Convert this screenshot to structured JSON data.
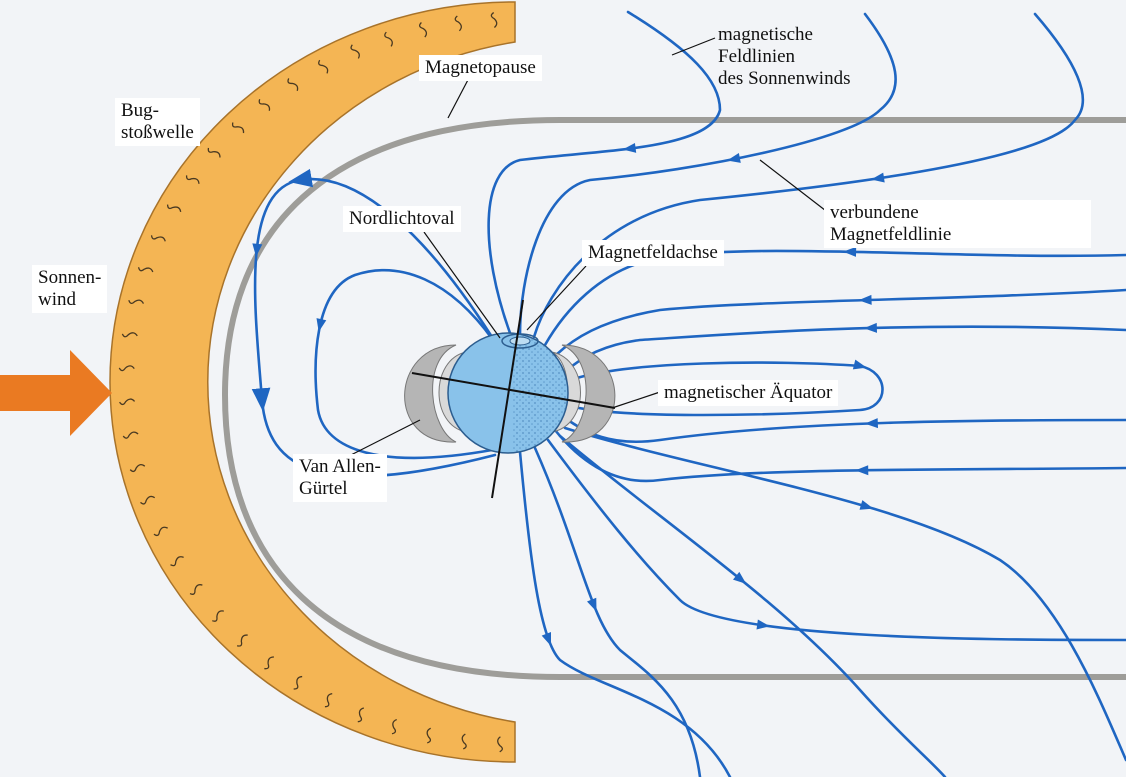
{
  "labels": {
    "solar_wind_field_lines": [
      "magnetische",
      "Feldlinien",
      "des Sonnenwinds"
    ],
    "magnetopause": "Magnetopause",
    "bow_shock": [
      "Bug-",
      "stoßwelle"
    ],
    "aurora_oval": "Nordlichtoval",
    "connected_field_line": [
      "verbundene",
      "Magnetfeldlinie"
    ],
    "magnetic_axis": "Magnetfeldachse",
    "solar_wind": [
      "Sonnen-",
      "wind"
    ],
    "magnetic_equator": "magnetischer Äquator",
    "van_allen_belt": [
      "Van Allen-",
      "Gürtel"
    ]
  },
  "colors": {
    "background": "#f2f4f7",
    "bow_shock_fill": "#f4b554",
    "bow_shock_edge": "#a8732a",
    "magnetopause": "#9e9d99",
    "field_line": "#1f66c2",
    "solar_wind_arrow": "#ea7a22",
    "earth": "#89c2ea",
    "earth_night": "#3f86c4",
    "van_allen": "#b5b5b5",
    "label_bg": "#ffffff",
    "text": "#111111"
  },
  "icons": {
    "solar_wind_arrow": "arrow-right-icon",
    "earth": "globe-icon"
  }
}
